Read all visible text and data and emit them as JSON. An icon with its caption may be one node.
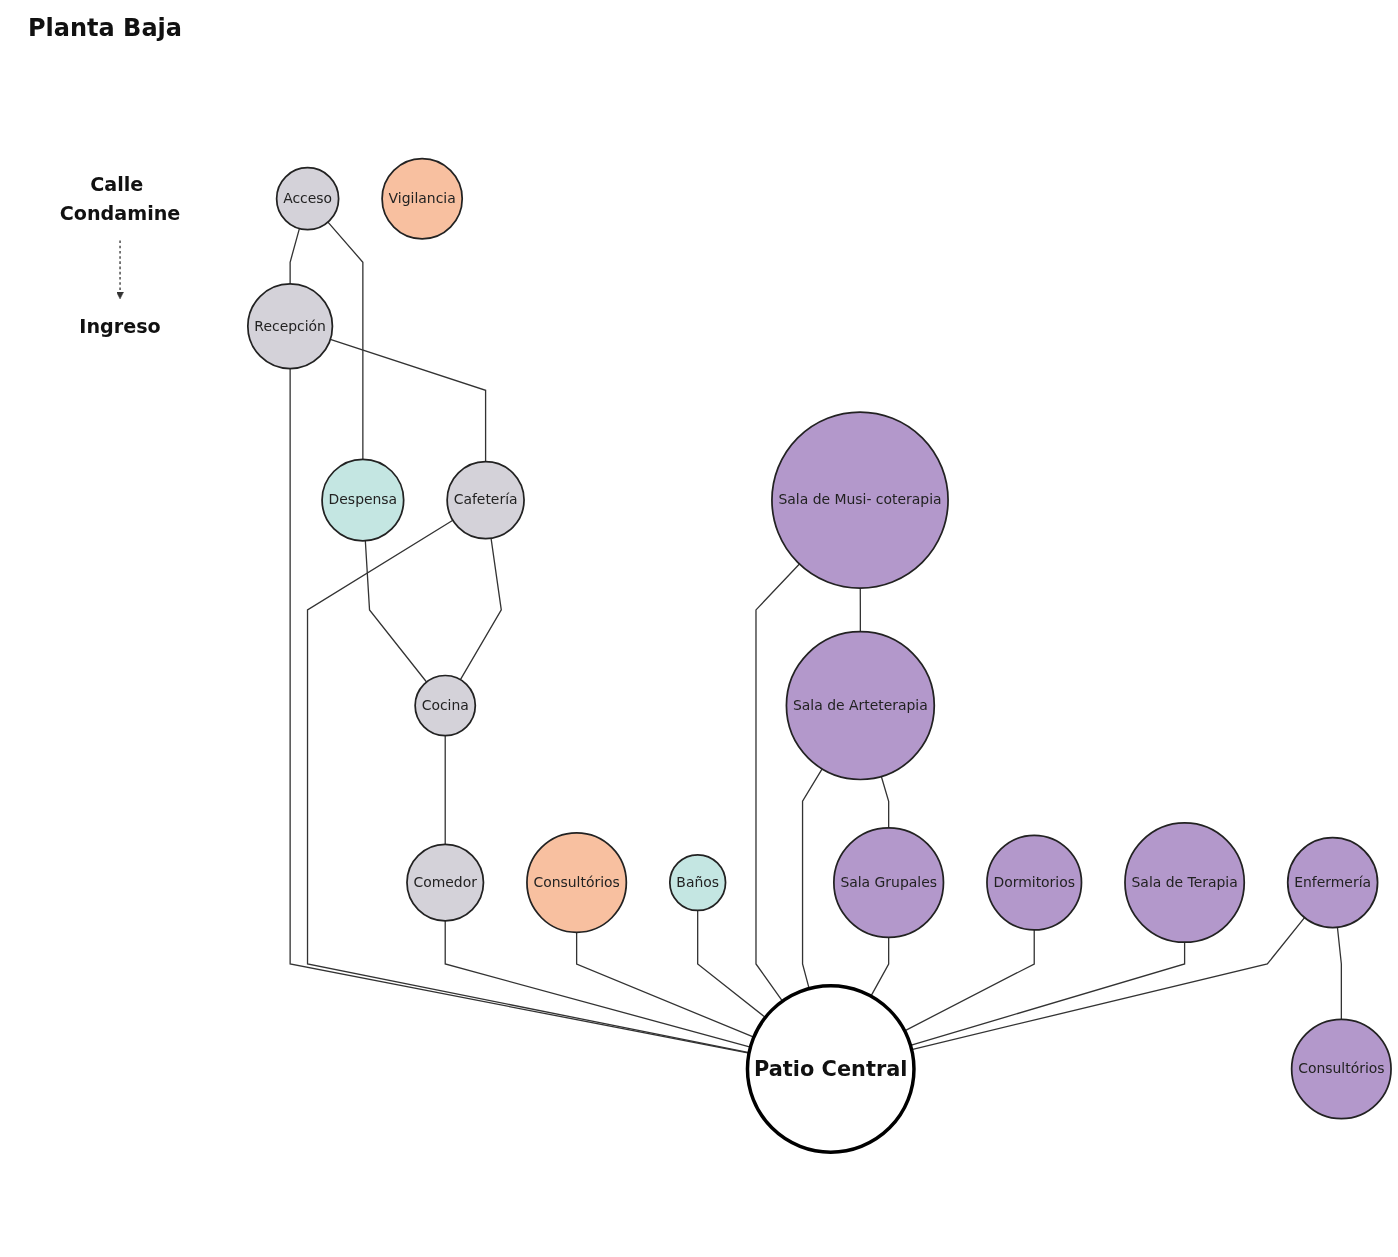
{
  "diagram": {
    "title": "Planta Baja",
    "nodes": [
      {
        "text": [
          "Calle Condamine"
        ]
      },
      {
        "text": [
          "Ingreso"
        ]
      },
      {
        "text": [
          "Acceso"
        ]
      },
      {
        "text": [
          "Despensa"
        ]
      },
      {
        "text": [
          "Vigilancia"
        ]
      },
      {
        "text": [
          "Recepción"
        ]
      },
      {
        "text": [
          "Cafetería"
        ]
      },
      {
        "text": [
          "Consultórios"
        ]
      },
      {
        "text": [
          "Baños"
        ]
      },
      {
        "text": [
          "Cocina"
        ]
      },
      {
        "text": [
          "Sala de Musi- coterapia"
        ]
      },
      {
        "text": [
          "Patio Central"
        ]
      },
      {
        "text": [
          "Comedor"
        ]
      },
      {
        "text": [
          "Sala de Arteterapia"
        ]
      },
      {
        "text": [
          "Enfermería"
        ]
      },
      {
        "text": [
          "Sala Grupales"
        ]
      },
      {
        "text": [
          "Consultórios"
        ]
      },
      {
        "text": [
          "Sala de Terapia"
        ]
      },
      {
        "text": [
          "Dormitorios"
        ]
      }
    ],
    "edges": [
      {
        "from": 0,
        "to": 1,
        "arrow": "to",
        "style": "dashed"
      },
      {
        "from": 2,
        "to": 3,
        "arrow": "none"
      },
      {
        "from": 2,
        "to": 5,
        "arrow": "none"
      },
      {
        "from": 3,
        "to": 9,
        "arrow": "none"
      },
      {
        "from": 5,
        "to": 6,
        "arrow": "none"
      },
      {
        "from": 5,
        "to": 11,
        "arrow": "none"
      },
      {
        "from": 6,
        "to": 11,
        "arrow": "none"
      },
      {
        "from": 6,
        "to": 9,
        "arrow": "none"
      },
      {
        "from": 9,
        "to": 12,
        "arrow": "none"
      },
      {
        "from": 12,
        "to": 11,
        "arrow": "none"
      },
      {
        "from": 7,
        "to": 11,
        "arrow": "none"
      },
      {
        "from": 8,
        "to": 11,
        "arrow": "none"
      },
      {
        "from": 10,
        "to": 11,
        "arrow": "none"
      },
      {
        "from": 10,
        "to": 13,
        "arrow": "none"
      },
      {
        "from": 13,
        "to": 11,
        "arrow": "none"
      },
      {
        "from": 13,
        "to": 15,
        "arrow": "none"
      },
      {
        "from": 15,
        "to": 11,
        "arrow": "none"
      },
      {
        "from": 18,
        "to": 11,
        "arrow": "none"
      },
      {
        "from": 17,
        "to": 11,
        "arrow": "none"
      },
      {
        "from": 14,
        "to": 11,
        "arrow": "none"
      },
      {
        "from": 14,
        "to": 16,
        "arrow": "none"
      }
    ]
  }
}
